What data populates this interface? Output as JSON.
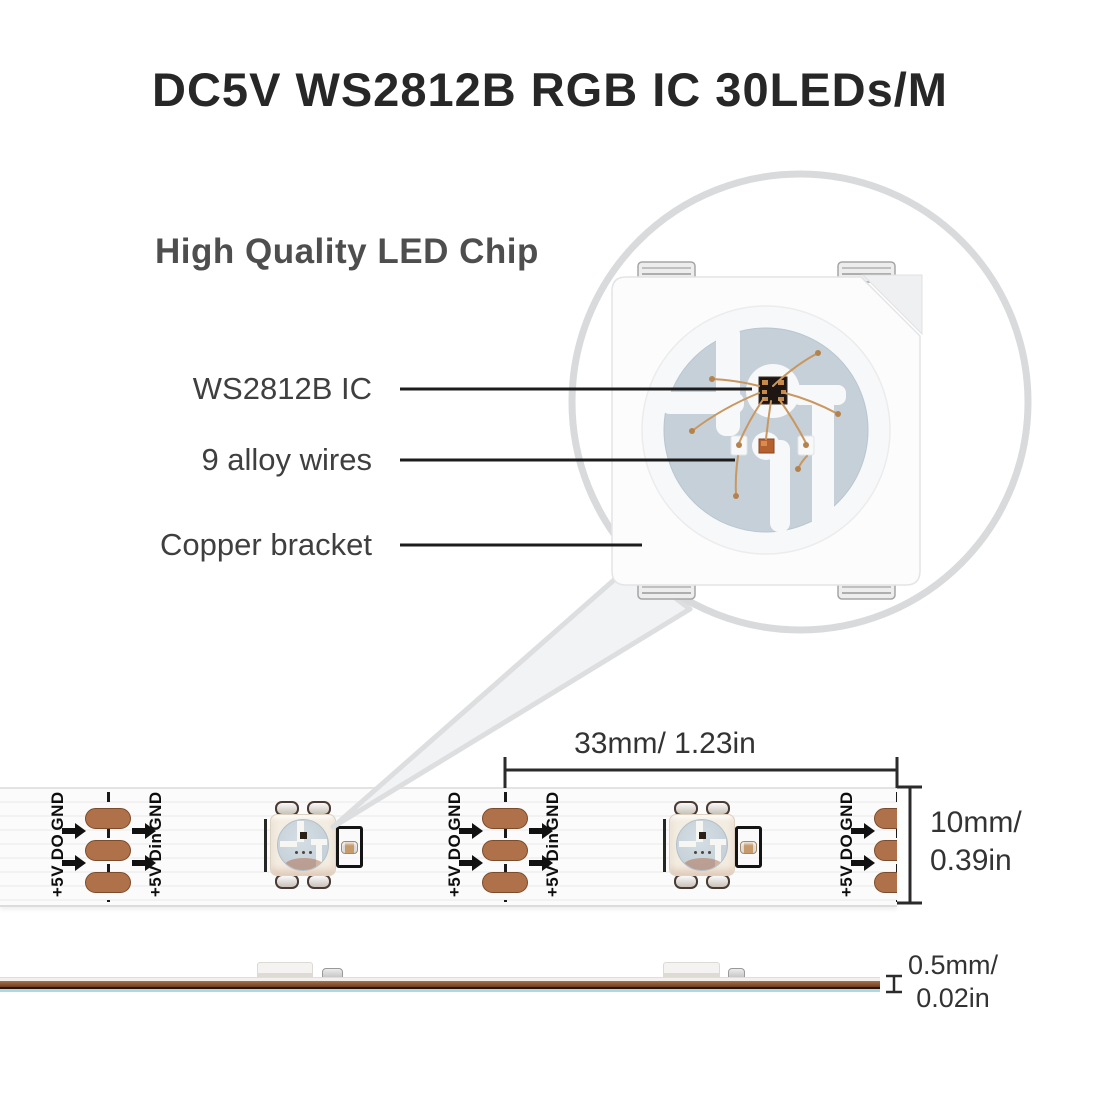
{
  "title": "DC5V WS2812B RGB IC 30LEDs/M",
  "subtitle": "High Quality LED Chip",
  "callouts": {
    "ic": "WS2812B IC",
    "wires": "9 alloy wires",
    "bracket": "Copper bracket"
  },
  "dimensions": {
    "spacing": "33mm/ 1.23in",
    "width_mm": "10mm/",
    "width_in": "0.39in",
    "thickness_mm": "0.5mm/",
    "thickness_in": "0.02in"
  },
  "strip": {
    "pad_labels": {
      "left": [
        "+5V",
        "DO",
        "GND"
      ],
      "right": [
        "+5V",
        "Din",
        "GND"
      ]
    }
  },
  "colors": {
    "copper_pad": "#ae714a",
    "pcb_white": "#fbfbfb",
    "adhesive_blue": "#a6dbeb",
    "metal_bracket_blue": "#c6d0d9",
    "ic_black": "#1d1612",
    "alloy_wire_gold": "#c9975f"
  }
}
